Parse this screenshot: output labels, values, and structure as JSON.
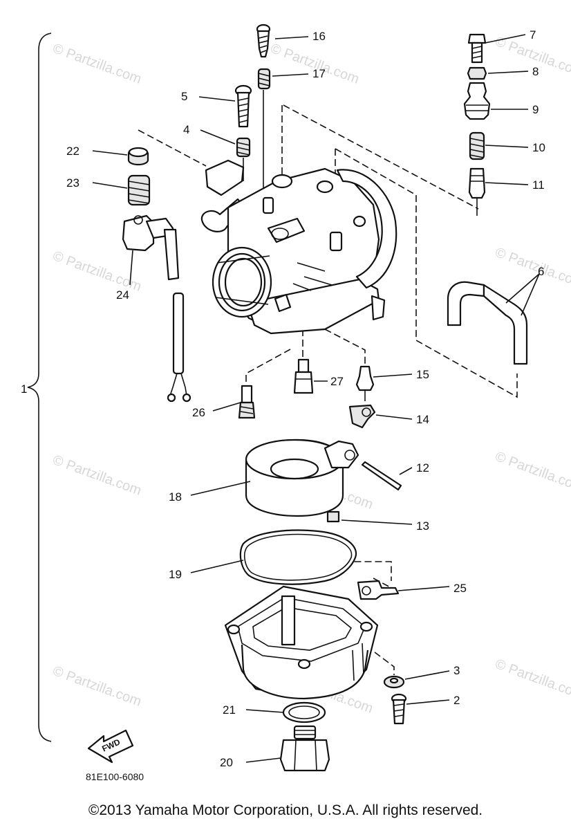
{
  "watermark": "© Partzilla.com",
  "labels": {
    "p1": "1",
    "p2": "2",
    "p3": "3",
    "p4": "4",
    "p5": "5",
    "p6": "6",
    "p7": "7",
    "p8": "8",
    "p9": "9",
    "p10": "10",
    "p11": "11",
    "p12": "12",
    "p13": "13",
    "p14": "14",
    "p15": "15",
    "p16": "16",
    "p17": "17",
    "p18": "18",
    "p19": "19",
    "p20": "20",
    "p21": "21",
    "p22": "22",
    "p23": "23",
    "p24": "24",
    "p25": "25",
    "p26": "26",
    "p27": "27"
  },
  "fwd_label": "FWD",
  "diagram_code": "81E100-6080",
  "copyright": "©2013  Yamaha Motor Corporation, U.S.A. All rights reserved."
}
